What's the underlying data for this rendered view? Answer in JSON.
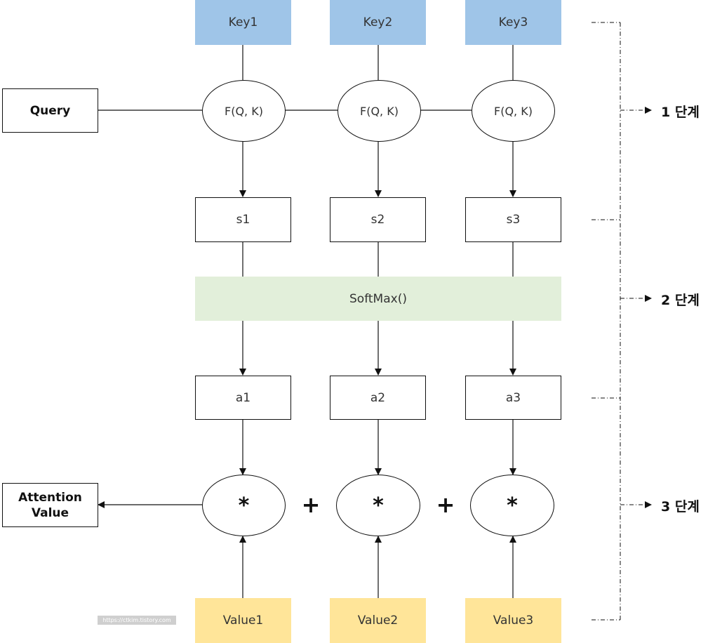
{
  "keys": [
    "Key1",
    "Key2",
    "Key3"
  ],
  "query": "Query",
  "functions": [
    "F(Q, K)",
    "F(Q, K)",
    "F(Q, K)"
  ],
  "scores": [
    "s1",
    "s2",
    "s3"
  ],
  "softmax": "SoftMax()",
  "weights": [
    "a1",
    "a2",
    "a3"
  ],
  "products": [
    "*",
    "*",
    "*"
  ],
  "plus": "+",
  "values": [
    "Value1",
    "Value2",
    "Value3"
  ],
  "attention_value": {
    "line1": "Attention",
    "line2": "Value"
  },
  "stages": [
    "1 단계",
    "2 단계",
    "3 단계"
  ],
  "watermark": "https://ctkim.tistory.com",
  "colors": {
    "key": "#9fc5e8",
    "value": "#ffe599",
    "softmax": "#e2efda"
  }
}
